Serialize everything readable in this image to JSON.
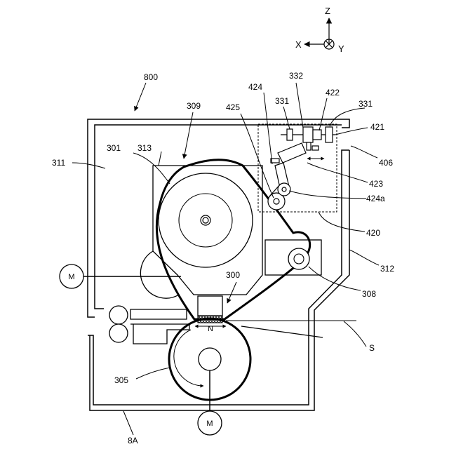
{
  "axes": {
    "z": "Z",
    "x": "X",
    "y": "Y"
  },
  "refs": {
    "r800": "800",
    "r309": "309",
    "r424": "424",
    "r332": "332",
    "r422": "422",
    "r331a": "331",
    "r331b": "331",
    "r425": "425",
    "r421": "421",
    "r301": "301",
    "r313": "313",
    "r311": "311",
    "r406": "406",
    "r423": "423",
    "r424a": "424a",
    "r420": "420",
    "r312": "312",
    "r300": "300",
    "r308": "308",
    "rS": "S",
    "r305": "305",
    "r8A": "8A",
    "nip": "N"
  },
  "motors": {
    "upper": "M",
    "lower": "M"
  }
}
